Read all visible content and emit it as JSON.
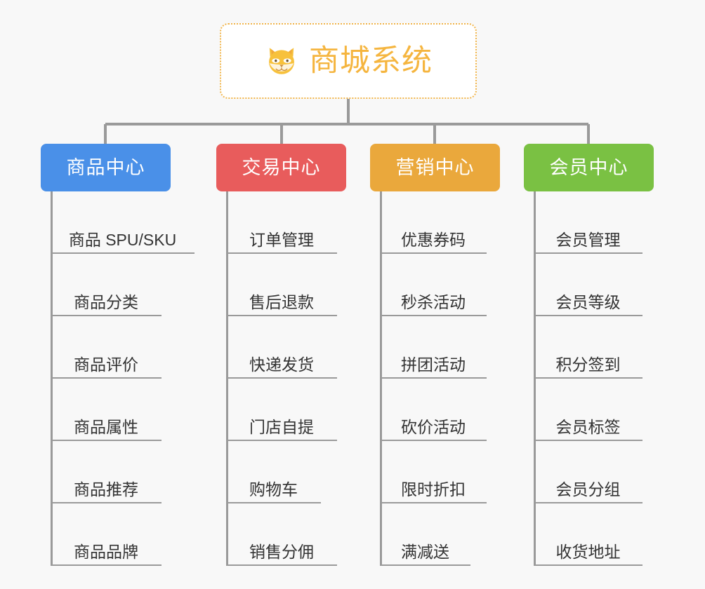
{
  "diagram": {
    "title": "商城系统",
    "type": "mindmap-org-chart",
    "background_color": "#f8f8f8",
    "connector_color": "#9a9a9a"
  },
  "root": {
    "label": "商城系统",
    "icon": "fox-face-icon",
    "text_color": "#f5b53f",
    "border_color": "#f0b44a",
    "fill_color": "#ffffff"
  },
  "branches": [
    {
      "label": "商品中心",
      "color": "#4a90e8",
      "items": [
        {
          "label": "商品 SPU/SKU"
        },
        {
          "label": "商品分类"
        },
        {
          "label": "商品评价"
        },
        {
          "label": "商品属性"
        },
        {
          "label": "商品推荐"
        },
        {
          "label": "商品品牌"
        }
      ]
    },
    {
      "label": "交易中心",
      "color": "#e85c5c",
      "items": [
        {
          "label": "订单管理"
        },
        {
          "label": "售后退款"
        },
        {
          "label": "快递发货"
        },
        {
          "label": "门店自提"
        },
        {
          "label": "购物车"
        },
        {
          "label": "销售分佣"
        }
      ]
    },
    {
      "label": "营销中心",
      "color": "#eaa83c",
      "items": [
        {
          "label": "优惠券码"
        },
        {
          "label": "秒杀活动"
        },
        {
          "label": "拼团活动"
        },
        {
          "label": "砍价活动"
        },
        {
          "label": "限时折扣"
        },
        {
          "label": "满减送"
        }
      ]
    },
    {
      "label": "会员中心",
      "color": "#7ac143",
      "items": [
        {
          "label": "会员管理"
        },
        {
          "label": "会员等级"
        },
        {
          "label": "积分签到"
        },
        {
          "label": "会员标签"
        },
        {
          "label": "会员分组"
        },
        {
          "label": "收货地址"
        }
      ]
    }
  ]
}
